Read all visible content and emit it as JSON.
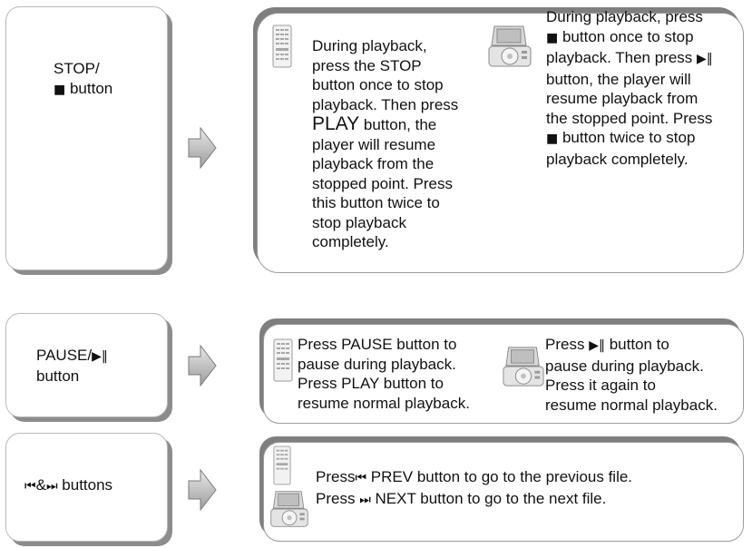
{
  "stop": {
    "label_line1": "STOP/",
    "label_line2_glyph": "■",
    "label_line2_text": " button",
    "remote": {
      "l1": "During playback,",
      "l2": "press the STOP",
      "l3": "button once to stop",
      "l4": "playback. Then press",
      "l5_big": "PLAY",
      "l5_rest": " button, the",
      "l6": "player will resume",
      "l7": "playback from the",
      "l8": "stopped point. Press",
      "l9": "this button twice to",
      "l10": "stop playback",
      "l11": "completely."
    },
    "player": {
      "l1": "During playback, press",
      "l2_glyph": "■",
      "l2_text": " button once to stop",
      "l3_text": "playback. Then press ",
      "l3_glyph": "▶‖",
      "l4": "button, the player will",
      "l5": "resume playback from",
      "l6": "the stopped point. Press",
      "l7_glyph": "■",
      "l7_text": " button twice to stop",
      "l8": "playback completely."
    }
  },
  "pause": {
    "label_line1_text": "PAUSE/",
    "label_line1_glyph": "▶‖",
    "label_line2": "button",
    "remote": {
      "l1": "Press PAUSE button to",
      "l2": "pause during playback.",
      "l3": "Press PLAY button to",
      "l4": "resume normal playback."
    },
    "player": {
      "l1_text": "Press ",
      "l1_glyph": "▶‖",
      "l1_rest": " button to",
      "l2": "pause during playback.",
      "l3": "Press it again to",
      "l4": "resume normal playback."
    }
  },
  "skip": {
    "label_glyph_prev": "⏮",
    "label_amp": "&",
    "label_glyph_next": "⏭",
    "label_text": " buttons",
    "l1_pre": "Press",
    "l1_glyph": "⏮",
    "l1_rest": " PREV button to go to the previous file.",
    "l2_pre": "Press ",
    "l2_glyph": "⏭",
    "l2_rest": " NEXT button to go to the next file."
  }
}
